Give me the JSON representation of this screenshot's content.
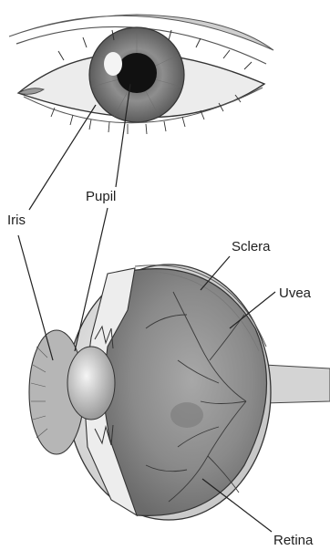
{
  "labels": {
    "iris": "Iris",
    "pupil": "Pupil",
    "sclera": "Sclera",
    "uvea": "Uvea",
    "retina": "Retina"
  },
  "colors": {
    "ink": "#222222",
    "eyeball": "#d9d9d9",
    "iris": "#8a8a8a",
    "pupil": "#111111",
    "retina_fill": "#8c8c8c",
    "vessels": "#3a3a3a"
  }
}
